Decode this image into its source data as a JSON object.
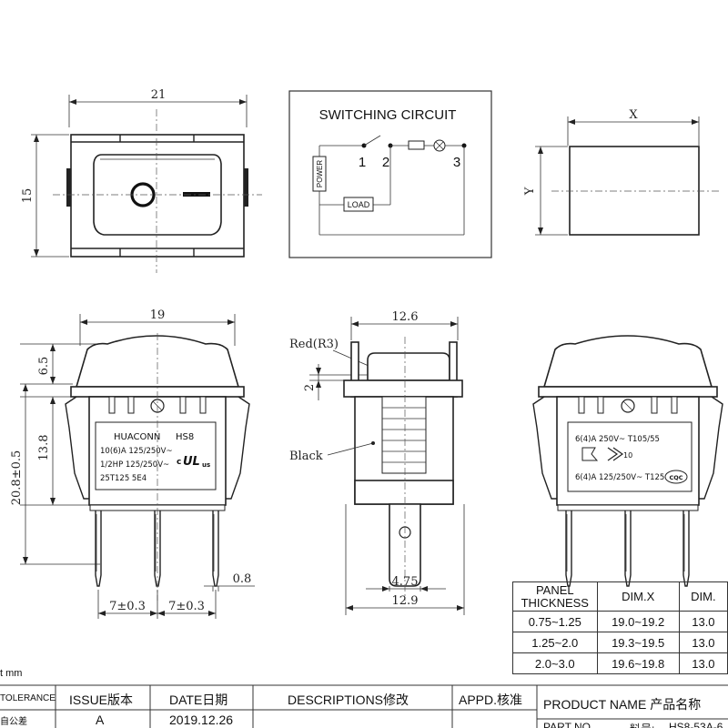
{
  "top_view": {
    "width_label": "21",
    "height_label": "15"
  },
  "circuit": {
    "title": "SWITCHING CIRCUIT",
    "terminal_1": "1",
    "terminal_2": "2",
    "terminal_3": "3",
    "power_label": "POWER",
    "load_label": "LOAD"
  },
  "panel_cutout": {
    "x_label": "X",
    "y_label": "Y"
  },
  "front_view": {
    "width_label": "19",
    "top_height_label": "6.5",
    "total_height_label": "20.8±0.5",
    "body_height_label": "13.8",
    "pin_width_label": "0.8",
    "pitch_left_label": "7±0.3",
    "pitch_right_label": "7±0.3",
    "marking": {
      "brand": "HUACONN",
      "model": "HS8",
      "rating_1": "10(6)A 125/250V~",
      "rating_2": "1/2HP 125/250V~",
      "rating_3": "25T125 5E4",
      "cert_prefix": "c",
      "cert_mark": "UL",
      "cert_suffix": "us"
    }
  },
  "side_view": {
    "top_width_label": "12.6",
    "red_label": "Red(R3)",
    "step_label": "2",
    "black_label": "Black",
    "terminal_width_label": "4.75",
    "bottom_width_label": "12.9"
  },
  "back_view": {
    "rating_1": "6(4)A 250V~  T105/55",
    "rating_2": "6(4)A 125/250V~ T125",
    "cert_mark": "10",
    "ccc_mark": "CQC"
  },
  "dim_table": {
    "headers": [
      "PANEL THICKNESS",
      "DIM.X",
      "DIM."
    ],
    "rows": [
      [
        "0.75~1.25",
        "19.0~19.2",
        "13.0"
      ],
      [
        "1.25~2.0",
        "19.3~19.5",
        "13.0"
      ],
      [
        "2.0~3.0",
        "19.6~19.8",
        "13.0"
      ]
    ]
  },
  "unit_note": "t mm",
  "title_block": {
    "tolerance_label": "TOLERANCE",
    "tolerance_cn": "自公差",
    "issue_header": "ISSUE版本",
    "date_header": "DATE日期",
    "desc_header": "DESCRIPTIONS修改",
    "appd_header": "APPD.核准",
    "product_name_label": "PRODUCT NAME  产品名称",
    "issue_value": "A",
    "date_value": "2019.12.26",
    "part_no_label": "PART NO.",
    "part_no_cn": "料号:",
    "part_no_value": "HS8-53A-6"
  }
}
